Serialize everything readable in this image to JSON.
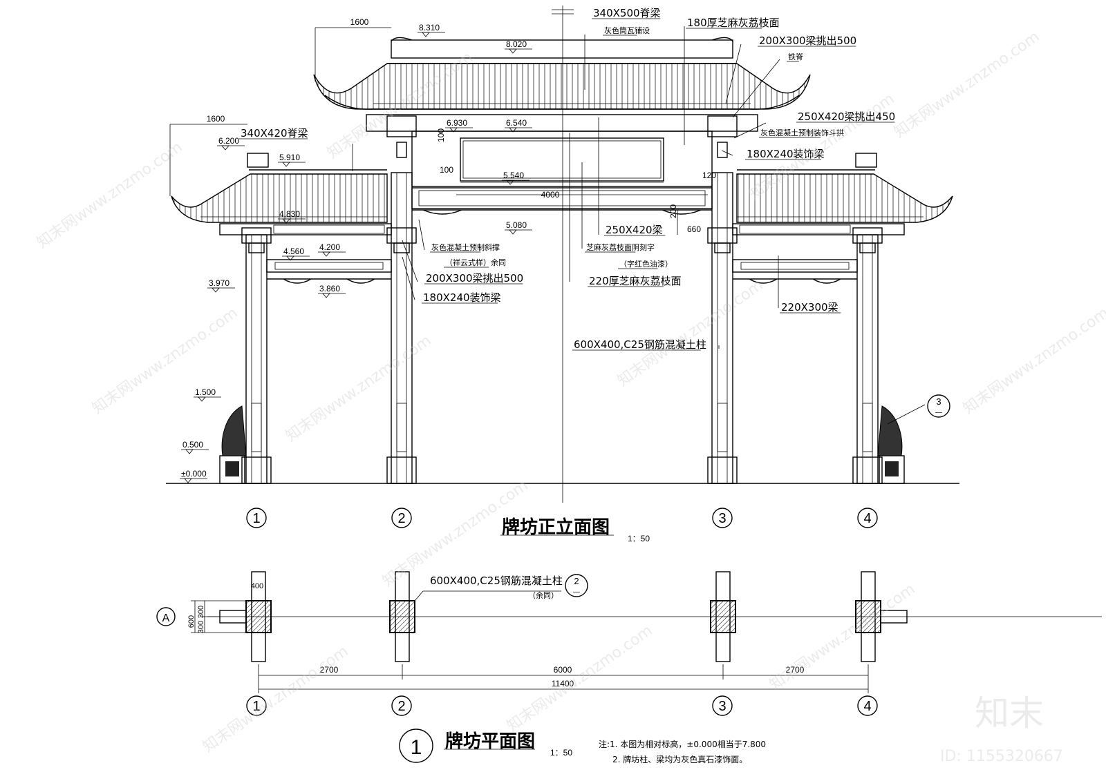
{
  "elevation": {
    "title": "牌坊正立面图",
    "scale": "1：50",
    "levels": [
      "8.310",
      "8.020",
      "6.930",
      "6.540",
      "6.200",
      "5.910",
      "5.540",
      "5.080",
      "4.830",
      "4.560",
      "4.200",
      "3.970",
      "3.860",
      "1.500",
      "0.500",
      "±0.000"
    ],
    "dims": [
      "1600",
      "1600",
      "4000",
      "100",
      "100",
      "120",
      "200",
      "660"
    ],
    "notes": [
      "340X500脊梁",
      "灰色筒瓦铺设",
      "180厚芝麻灰荔枝面",
      "200X300梁挑出500",
      "铁脊",
      "250X420梁挑出450",
      "灰色混凝土预制装饰斗拱",
      "180X240装饰梁",
      "340X420脊梁",
      "灰色混凝土预制斜撑",
      "（祥云式样）余同",
      "200X300梁挑出500",
      "180X240装饰梁",
      "250X420梁",
      "芝麻灰荔枝面阴刻字",
      "（字红色油漆）",
      "220厚芝麻灰荔枝面",
      "220X300梁",
      "600X400,C25钢筋混凝土柱"
    ],
    "axes": [
      "1",
      "2",
      "3",
      "4"
    ],
    "detail_ref": {
      "top": "3",
      "bottom": "—"
    }
  },
  "plan": {
    "title": "牌坊平面图",
    "scale": "1：50",
    "badge": "1",
    "column_note": "600X400,C25钢筋混凝土柱",
    "column_note_2": "（余同）",
    "detail_ref": {
      "top": "2",
      "bottom": "—"
    },
    "axis_a": "A",
    "dims_v": [
      "600",
      "300",
      "300"
    ],
    "dim_400": "400",
    "spans": [
      "2700",
      "6000",
      "2700"
    ],
    "total": "11400",
    "axes": [
      "1",
      "2",
      "3",
      "4"
    ],
    "note1": "注:1.  本图为相对标高，±0.000相当于7.800",
    "note2": "2.  牌坊柱、梁均为灰色真石漆饰面。"
  },
  "watermark": {
    "logo": "知末",
    "id": "ID: 1155320667",
    "site": "知末网www.znzmo.com"
  }
}
